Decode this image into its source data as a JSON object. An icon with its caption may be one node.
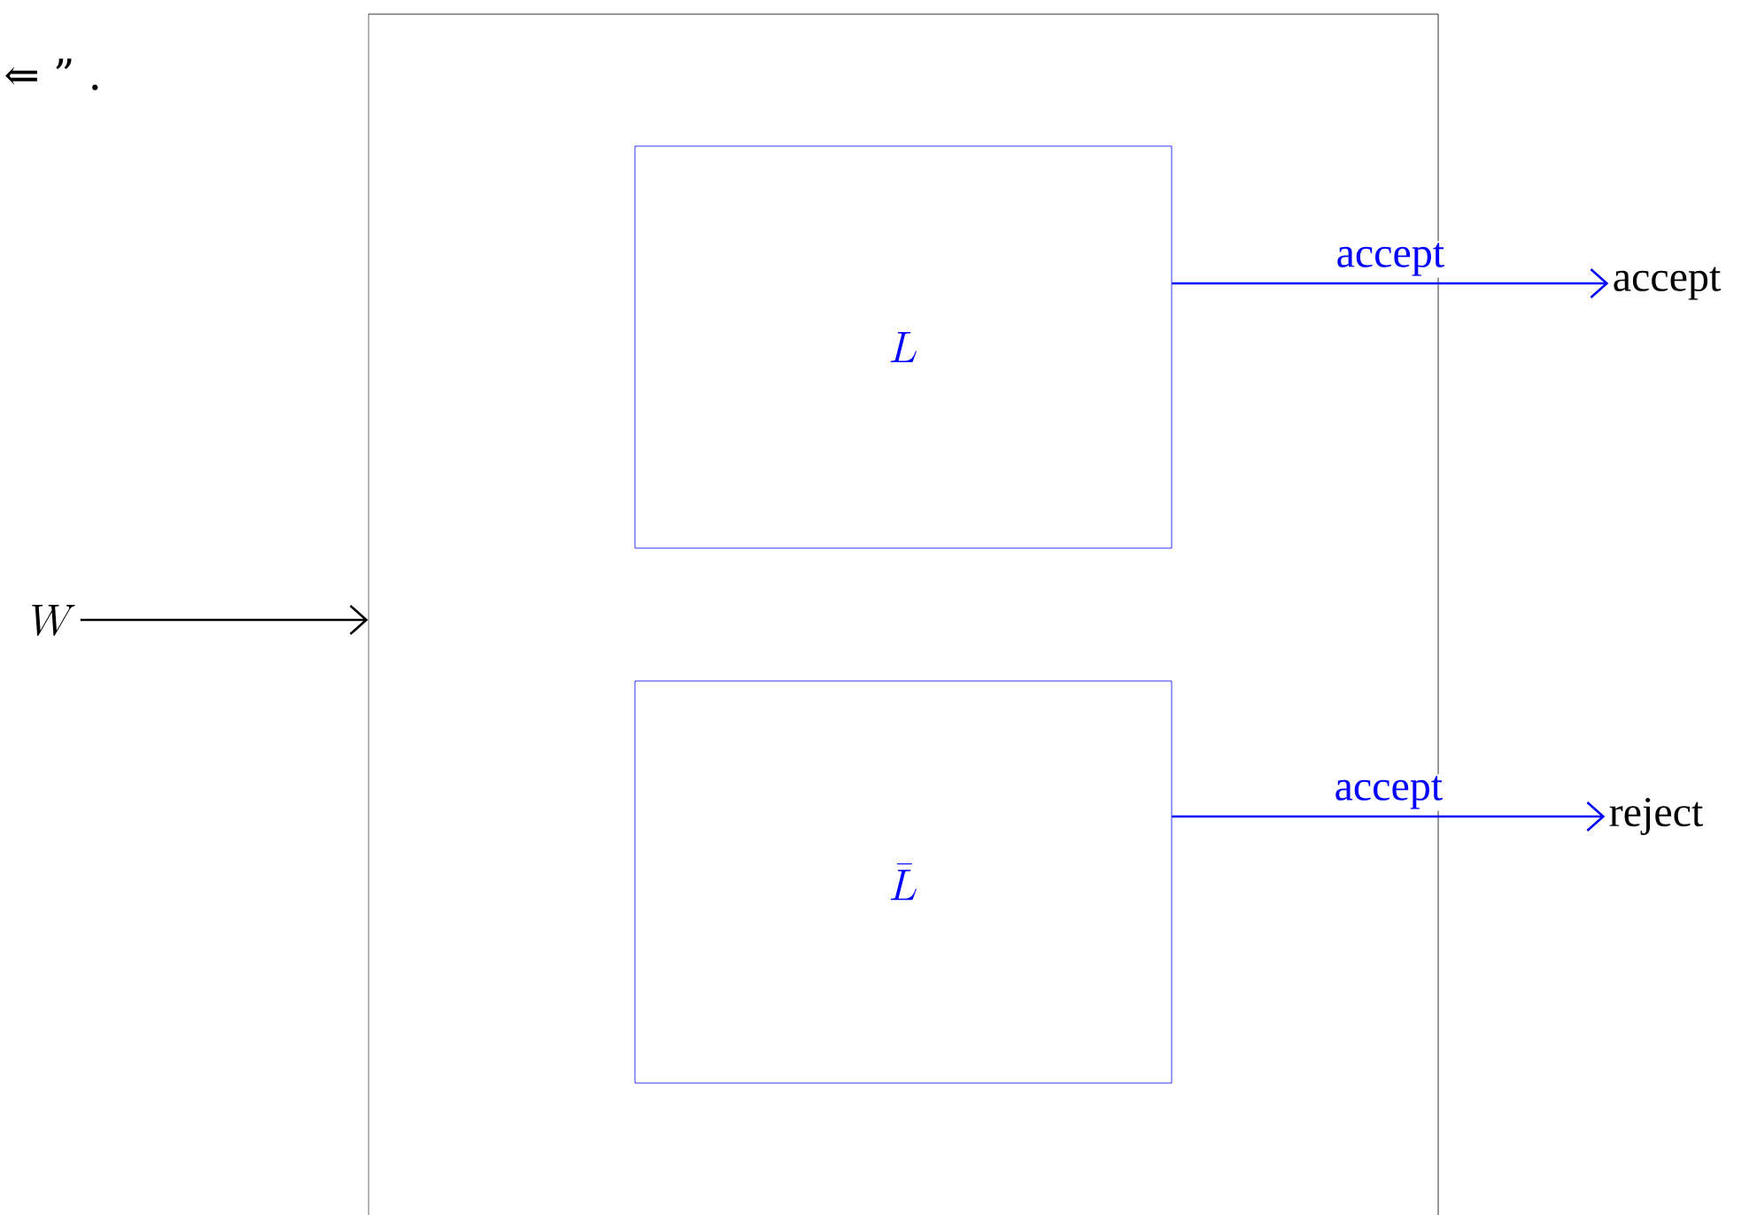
{
  "diagram": {
    "nodes": [
      {
        "text": [],
        "shape": "box"
      },
      {
        "text": [
          "L"
        ],
        "in": 0
      },
      {
        "text": [
          "\\bar{L}"
        ],
        "in": 0
      },
      {
        "text": [
          "W"
        ]
      },
      {
        "text": [
          "accept"
        ]
      },
      {
        "text": [
          "reject"
        ]
      }
    ],
    "edges": [
      {
        "from": 3,
        "to": 0,
        "arrow": "to",
        "color": "#000000"
      },
      {
        "from": 1,
        "to": 4,
        "arrow": "to",
        "label": "accept",
        "color": "#0000ff"
      },
      {
        "from": 2,
        "to": 5,
        "arrow": "to",
        "label": "accept",
        "color": "#0000ff"
      }
    ],
    "labels": [
      "⇐ ” ."
    ]
  }
}
